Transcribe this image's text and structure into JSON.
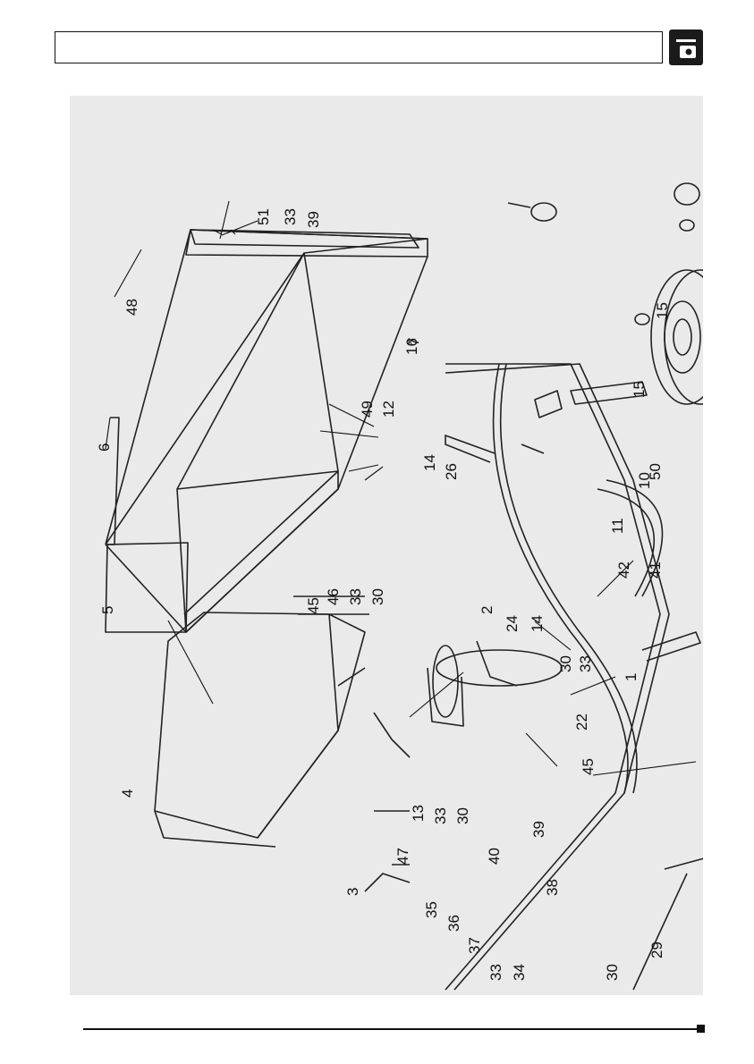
{
  "callouts": [
    "51",
    "33",
    "39",
    "48",
    "6",
    "49",
    "12",
    "14",
    "26",
    "16",
    "15",
    "7",
    "15",
    "50",
    "10",
    "11",
    "42",
    "41",
    "5",
    "46",
    "33",
    "30",
    "45",
    "2",
    "24",
    "14",
    "30",
    "33",
    "22",
    "45",
    "1",
    "4",
    "13",
    "33",
    "30",
    "3",
    "47",
    "39",
    "40",
    "35",
    "36",
    "37",
    "38",
    "33",
    "34",
    "29",
    "30"
  ]
}
